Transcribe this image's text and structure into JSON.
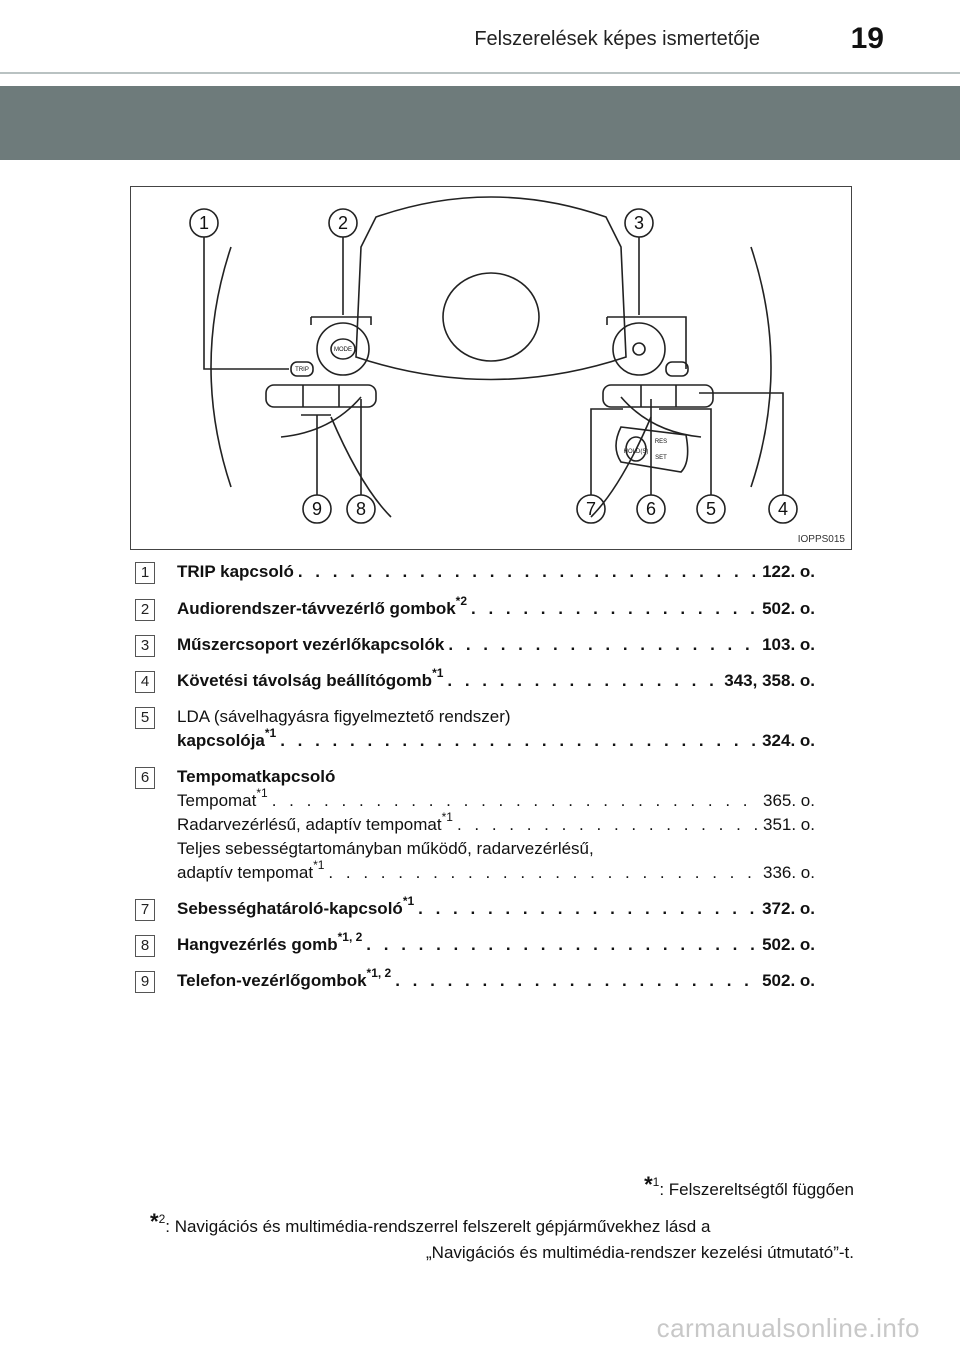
{
  "header": {
    "title": "Felszerelések képes ismertetője",
    "page_number": "19"
  },
  "figure": {
    "code": "IOPPS015",
    "callouts": [
      "1",
      "2",
      "3",
      "4",
      "5",
      "6",
      "7",
      "8",
      "9"
    ],
    "button_labels": {
      "mode": "MODE",
      "trip": "TRIP",
      "res": "RES",
      "set": "SET",
      "hold": "HOLD(S)"
    }
  },
  "items": [
    {
      "num": "1",
      "label": "TRIP kapcsoló",
      "sup": "",
      "ref": "122. o."
    },
    {
      "num": "2",
      "label": "Audiorendszer-távvezérlő gombok",
      "sup": "*2",
      "ref": "502. o."
    },
    {
      "num": "3",
      "label": "Műszercsoport vezérlőkapcsolók",
      "sup": "",
      "ref": "103. o."
    },
    {
      "num": "4",
      "label": "Követési távolság beállítógomb",
      "sup": "*1",
      "ref": "343, 358. o."
    },
    {
      "num": "5",
      "label_line1": "LDA (sávelhagyásra figyelmeztető rendszer)",
      "label": "kapcsolója",
      "sup": "*1",
      "ref": "324. o."
    },
    {
      "num": "6",
      "heading": "Tempomatkapcsoló",
      "subs": [
        {
          "label": "Tempomat",
          "sup": "*1",
          "ref": "365. o."
        },
        {
          "label": "Radarvezérlésű, adaptív tempomat",
          "sup": "*1",
          "ref": "351. o."
        },
        {
          "label_line1": "Teljes sebességtartományban működő, radarvezérlésű,",
          "label": "adaptív tempomat",
          "sup": "*1",
          "ref": "336. o."
        }
      ]
    },
    {
      "num": "7",
      "label": "Sebességhatároló-kapcsoló",
      "sup": "*1",
      "ref": "372. o."
    },
    {
      "num": "8",
      "label": "Hangvezérlés gomb",
      "sup": "*1, 2",
      "ref": "502. o."
    },
    {
      "num": "9",
      "label": "Telefon-vezérlőgombok",
      "sup": "*1, 2",
      "ref": "502. o."
    }
  ],
  "footnotes": {
    "fn1_mark": "*",
    "fn1_sup": "1",
    "fn1_text": ": Felszereltségtől függően",
    "fn2_mark": "*",
    "fn2_sup": "2",
    "fn2_text_line1": ": Navigációs és multimédia-rendszerrel felszerelt gépjárművekhez lásd a",
    "fn2_text_line2": "„Navigációs és multimédia-rendszer kezelési útmutató”-t."
  },
  "watermark": "carmanualsonline.info",
  "dots": ". . . . . . . . . . . . . . . . . . . . . . . . . . . . . . . . . . . . . . . . . . . . . . . . . . . . . . . . . . . . . . . . . . ."
}
